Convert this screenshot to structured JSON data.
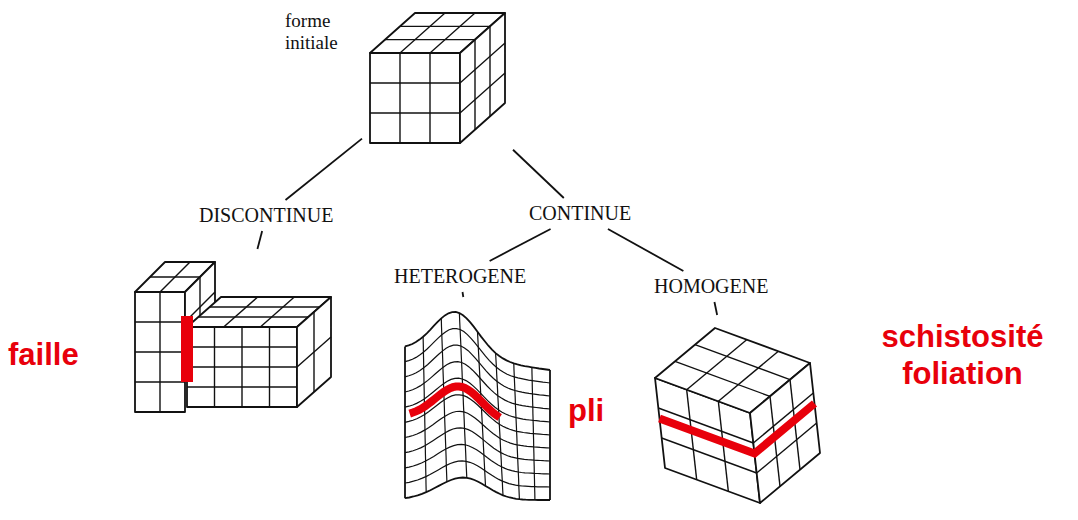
{
  "diagram": {
    "nodes": [
      {
        "text": [
          "forme initiale"
        ]
      },
      {
        "text": [
          "DISCONTINUE"
        ]
      },
      {
        "text": [
          "CONTINUE"
        ]
      },
      {
        "text": [
          "HETEROGENE"
        ]
      },
      {
        "text": [
          "HOMOGENE"
        ]
      },
      {
        "text": [
          "faille"
        ]
      },
      {
        "text": [
          "pli"
        ]
      },
      {
        "text": [
          "schistosité foliation"
        ]
      }
    ],
    "edges": [
      {
        "from": 0,
        "to": 1,
        "arrow": "none"
      },
      {
        "from": 0,
        "to": 2,
        "arrow": "none"
      },
      {
        "from": 1,
        "to": 5,
        "arrow": "none"
      },
      {
        "from": 2,
        "to": 3,
        "arrow": "none"
      },
      {
        "from": 2,
        "to": 4,
        "arrow": "none"
      },
      {
        "from": 3,
        "to": 6,
        "arrow": "none"
      },
      {
        "from": 4,
        "to": 7,
        "arrow": "none"
      }
    ]
  }
}
